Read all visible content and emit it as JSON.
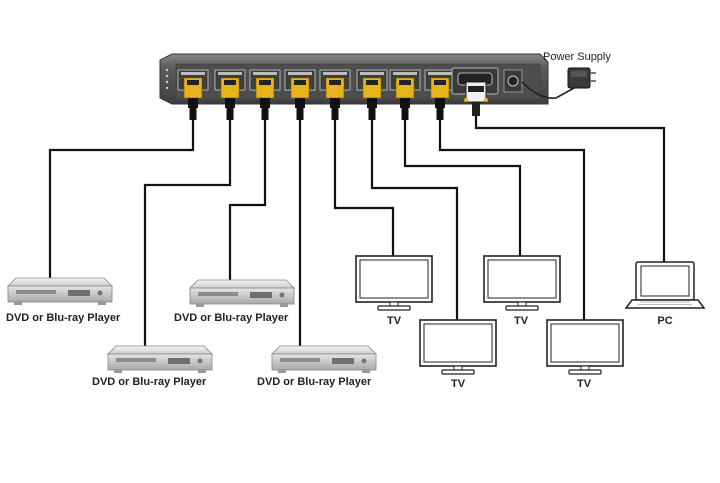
{
  "labels": {
    "power_supply": "Power Supply",
    "dvd_1": "DVD or Blu-ray Player",
    "dvd_2": "DVD or Blu-ray Player",
    "dvd_3": "DVD or Blu-ray Player",
    "dvd_4": "DVD or Blu-ray Player",
    "tv_1": "TV",
    "tv_2": "TV",
    "tv_3": "TV",
    "tv_4": "TV",
    "pc": "PC"
  },
  "colors": {
    "switch_body": "#5a5a5a",
    "connector_gold": "#e8b21a",
    "cable": "#111111",
    "device_gray": "#bdbdbd"
  },
  "icons": [
    "hdmi-switch-icon",
    "hdmi-connector-icon",
    "vga-connector-icon",
    "power-adapter-icon",
    "dvd-player-icon",
    "tv-icon",
    "laptop-icon"
  ]
}
